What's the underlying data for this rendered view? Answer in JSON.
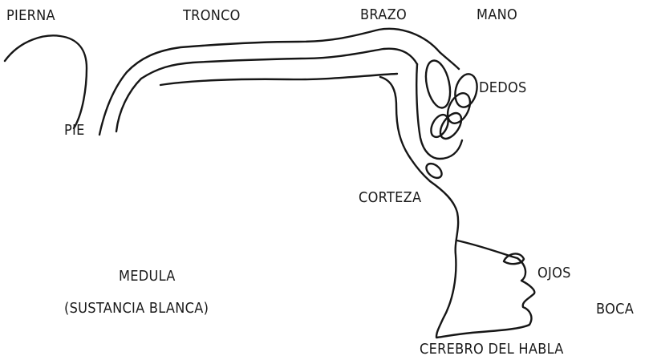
{
  "labels": {
    "pierna": "PIERNA",
    "tronco": "TRONCO",
    "brazo": "BRAZO",
    "mano": "MANO",
    "dedos": "DEDOS",
    "pie": "PIE",
    "corteza": "CORTEZA",
    "ojos": "OJOS",
    "medula": "MEDULA",
    "sustancia_blanca": "(SUSTANCIA BLANCA)",
    "boca": "BOCA",
    "cerebro_habla": "CEREBRO DEL HABLA"
  },
  "colors": {
    "ink": "#161616",
    "background": "#ffffff"
  }
}
